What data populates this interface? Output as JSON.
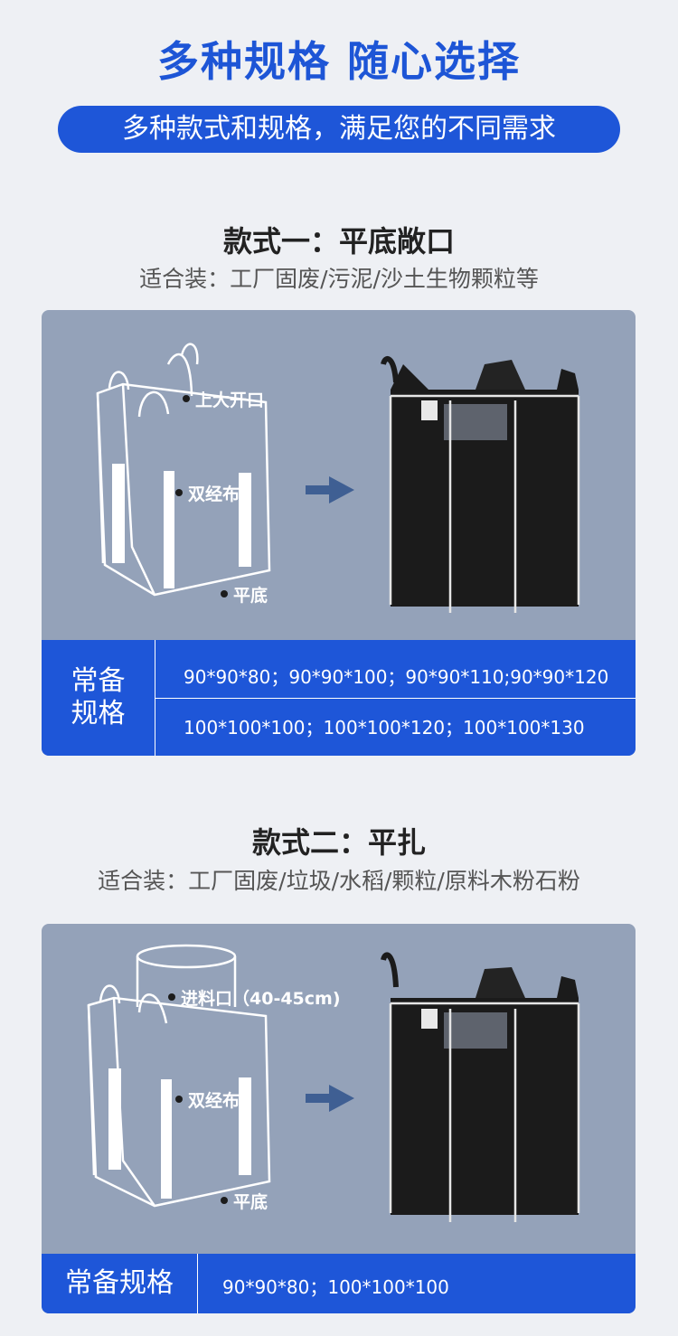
{
  "header": {
    "title": "多种规格 随心选择",
    "subtitle": "多种款式和规格，满足您的不同需求"
  },
  "styles": [
    {
      "title": "款式一：平底敞口",
      "desc": "适合装：工厂固废/污泥/沙土生物颗粒等",
      "labels": {
        "top": "上大开口",
        "fabric": "双经布",
        "bottom": "平底"
      },
      "spec_head": "常备\n规格",
      "spec_rows": [
        "90*90*80；90*90*100；90*90*110;90*90*120",
        "100*100*100；100*100*120；100*100*130"
      ]
    },
    {
      "title": "款式二：平扎",
      "desc": "适合装：工厂固废/垃圾/水稻/颗粒/原料木粉石粉",
      "labels": {
        "top": "进料口（40-45cm)",
        "fabric": "双经布",
        "bottom": "平底"
      },
      "spec_head": "常备规格",
      "spec_rows": [
        "90*90*80；100*100*100"
      ]
    }
  ],
  "colors": {
    "brand_blue": "#1e56d8",
    "card_bg": "#94a2b9",
    "arrow": "#3f5f93"
  }
}
